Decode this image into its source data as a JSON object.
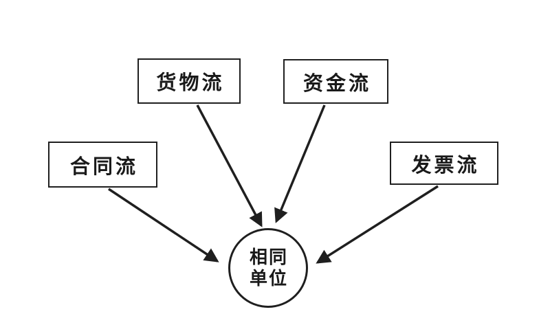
{
  "diagram": {
    "title": "four-flows-converge-to-same-unit",
    "nodes": {
      "goods_flow": {
        "label": "货物流"
      },
      "capital_flow": {
        "label": "资金流"
      },
      "contract_flow": {
        "label": "合同流"
      },
      "invoice_flow": {
        "label": "发票流"
      },
      "center": {
        "label_line1": "相同",
        "label_line2": "单位"
      }
    },
    "edges": [
      {
        "from": "contract_flow",
        "to": "center"
      },
      {
        "from": "goods_flow",
        "to": "center"
      },
      {
        "from": "capital_flow",
        "to": "center"
      },
      {
        "from": "invoice_flow",
        "to": "center"
      }
    ],
    "colors": {
      "background": "#ffffff",
      "stroke": "#1f1f1f",
      "text": "#1a1a1a"
    }
  }
}
